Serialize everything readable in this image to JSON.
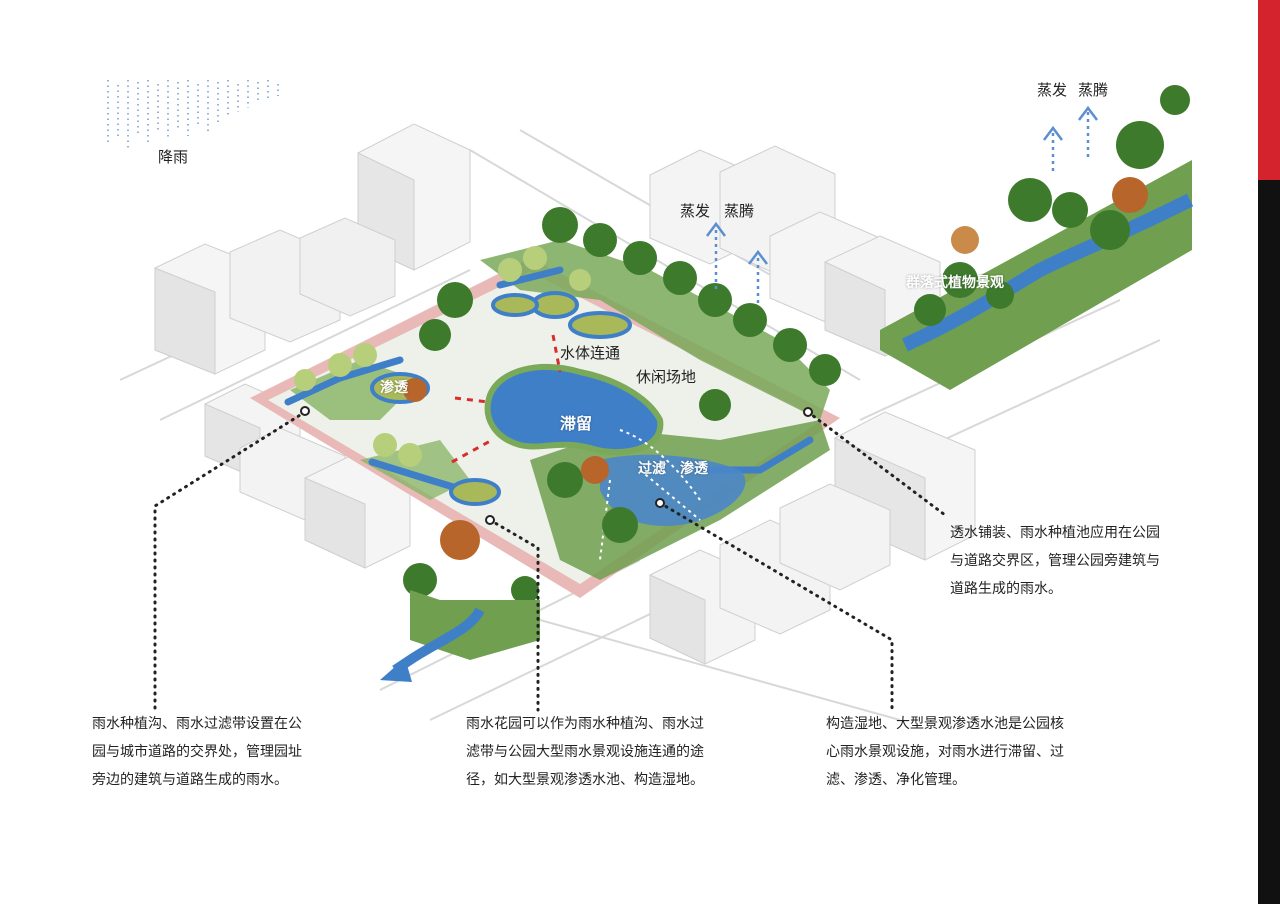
{
  "labels": {
    "rain": "降雨",
    "evap_left": "蒸发",
    "boil_left": "蒸腾",
    "evap_right": "蒸发",
    "boil_right": "蒸腾",
    "plant_landscape": "群落式植物景观",
    "water_connect": "水体连通",
    "leisure": "休闲场地",
    "infiltrate_left": "渗透",
    "detention": "滞留",
    "filter": "过滤",
    "infiltrate_center": "渗透"
  },
  "captions": {
    "right_note": [
      "透水铺装、雨水种植池应用在公园",
      "与道路交界区，管理公园旁建筑与",
      "道路生成的雨水。"
    ],
    "bottom_left": [
      "雨水种植沟、雨水过滤带设置在公",
      "园与城市道路的交界处，管理园址",
      "旁边的建筑与道路生成的雨水。"
    ],
    "bottom_center": [
      "雨水花园可以作为雨水种植沟、雨水过",
      "滤带与公园大型雨水景观设施连通的途",
      "径，如大型景观渗透水池、构造湿地。"
    ],
    "bottom_right": [
      "构造湿地、大型景观渗透水池是公园核",
      "心雨水景观设施，对雨水进行滞留、过",
      "滤、渗透、净化管理。"
    ]
  },
  "colors": {
    "water": "#3f7fc8",
    "sidebar_red": "#d4232c",
    "sidebar_black": "#111111",
    "evap_arrow": "#5b8fd0",
    "connector_red": "#d92c2c"
  }
}
